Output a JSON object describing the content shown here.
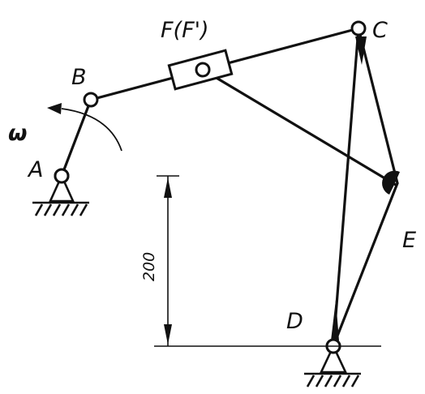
{
  "labels": {
    "a": "A",
    "b": "B",
    "c": "C",
    "d": "D",
    "e": "E",
    "f": "F(F')",
    "omega": "ω"
  },
  "dimension": {
    "value": "200"
  }
}
